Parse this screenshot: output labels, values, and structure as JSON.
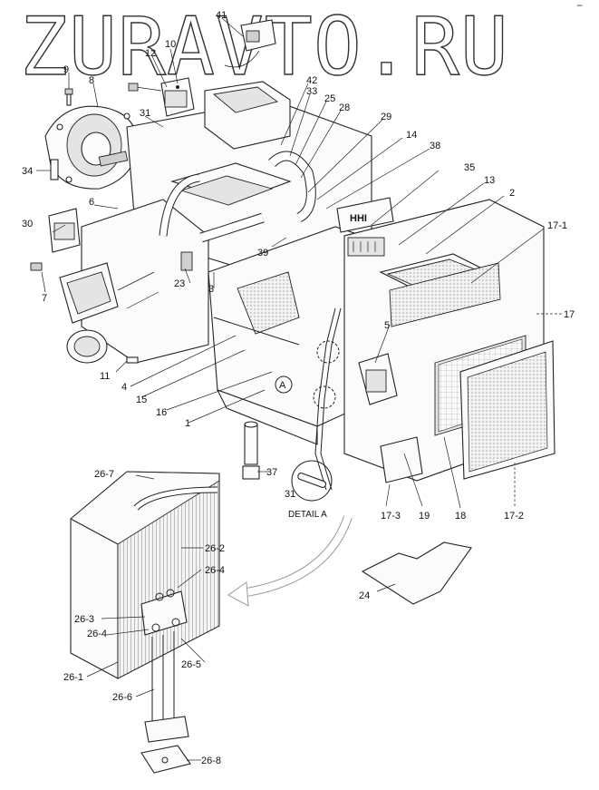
{
  "watermark": "ZURAVTO.RU",
  "corner_mark": "−",
  "detail_circle_letter": "A",
  "detail_caption": "DETAIL A",
  "plate_text": "HHI",
  "labels": {
    "p41": "41",
    "p10": "10",
    "p12": "12",
    "p9": "9",
    "p8": "8",
    "p42": "42",
    "p33": "33",
    "p25": "25",
    "p28": "28",
    "p29": "29",
    "p31a": "31",
    "p14": "14",
    "p38": "38",
    "p34": "34",
    "p35": "35",
    "p13": "13",
    "p2": "2",
    "p6": "6",
    "p30": "30",
    "p17_1": "17-1",
    "p39": "39",
    "p7": "7",
    "p23": "23",
    "p3": "3",
    "p17": "17",
    "p5": "5",
    "p11": "11",
    "p4": "4",
    "p15": "15",
    "p16": "16",
    "p1": "1",
    "p37": "37",
    "p31b": "31",
    "p17_3": "17-3",
    "p19": "19",
    "p18": "18",
    "p17_2": "17-2",
    "p26_7": "26-7",
    "p26_2": "26-2",
    "p26_4a": "26-4",
    "p26_3": "26-3",
    "p26_4b": "26-4",
    "p26_5": "26-5",
    "p26_1": "26-1",
    "p26_6": "26-6",
    "p26_8": "26-8",
    "p24": "24"
  }
}
